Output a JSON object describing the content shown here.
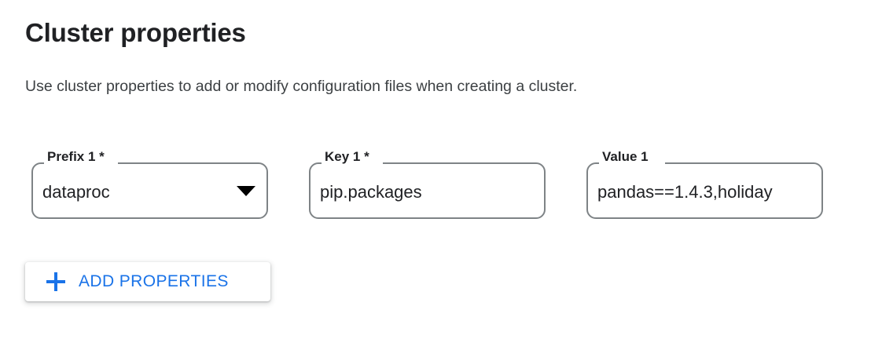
{
  "section": {
    "title": "Cluster properties",
    "description": "Use cluster properties to add or modify configuration files when creating a cluster."
  },
  "fields": [
    {
      "name": "prefix",
      "label": "Prefix 1 *",
      "value": "dataproc",
      "type": "select",
      "required": true,
      "icon": "chevron-down-icon"
    },
    {
      "name": "key",
      "label": "Key 1 *",
      "value": "pip.packages",
      "type": "text",
      "required": true
    },
    {
      "name": "value",
      "label": "Value 1",
      "value": "pandas==1.4.3,holiday",
      "type": "text",
      "required": false
    }
  ],
  "add_button": {
    "label": "ADD PROPERTIES",
    "icon": "plus-icon",
    "accent_color": "#1a73e8"
  },
  "colors": {
    "text_primary": "#202124",
    "text_secondary": "#3c4043",
    "field_border": "#7e8386",
    "accent": "#1a73e8",
    "background": "#ffffff"
  }
}
